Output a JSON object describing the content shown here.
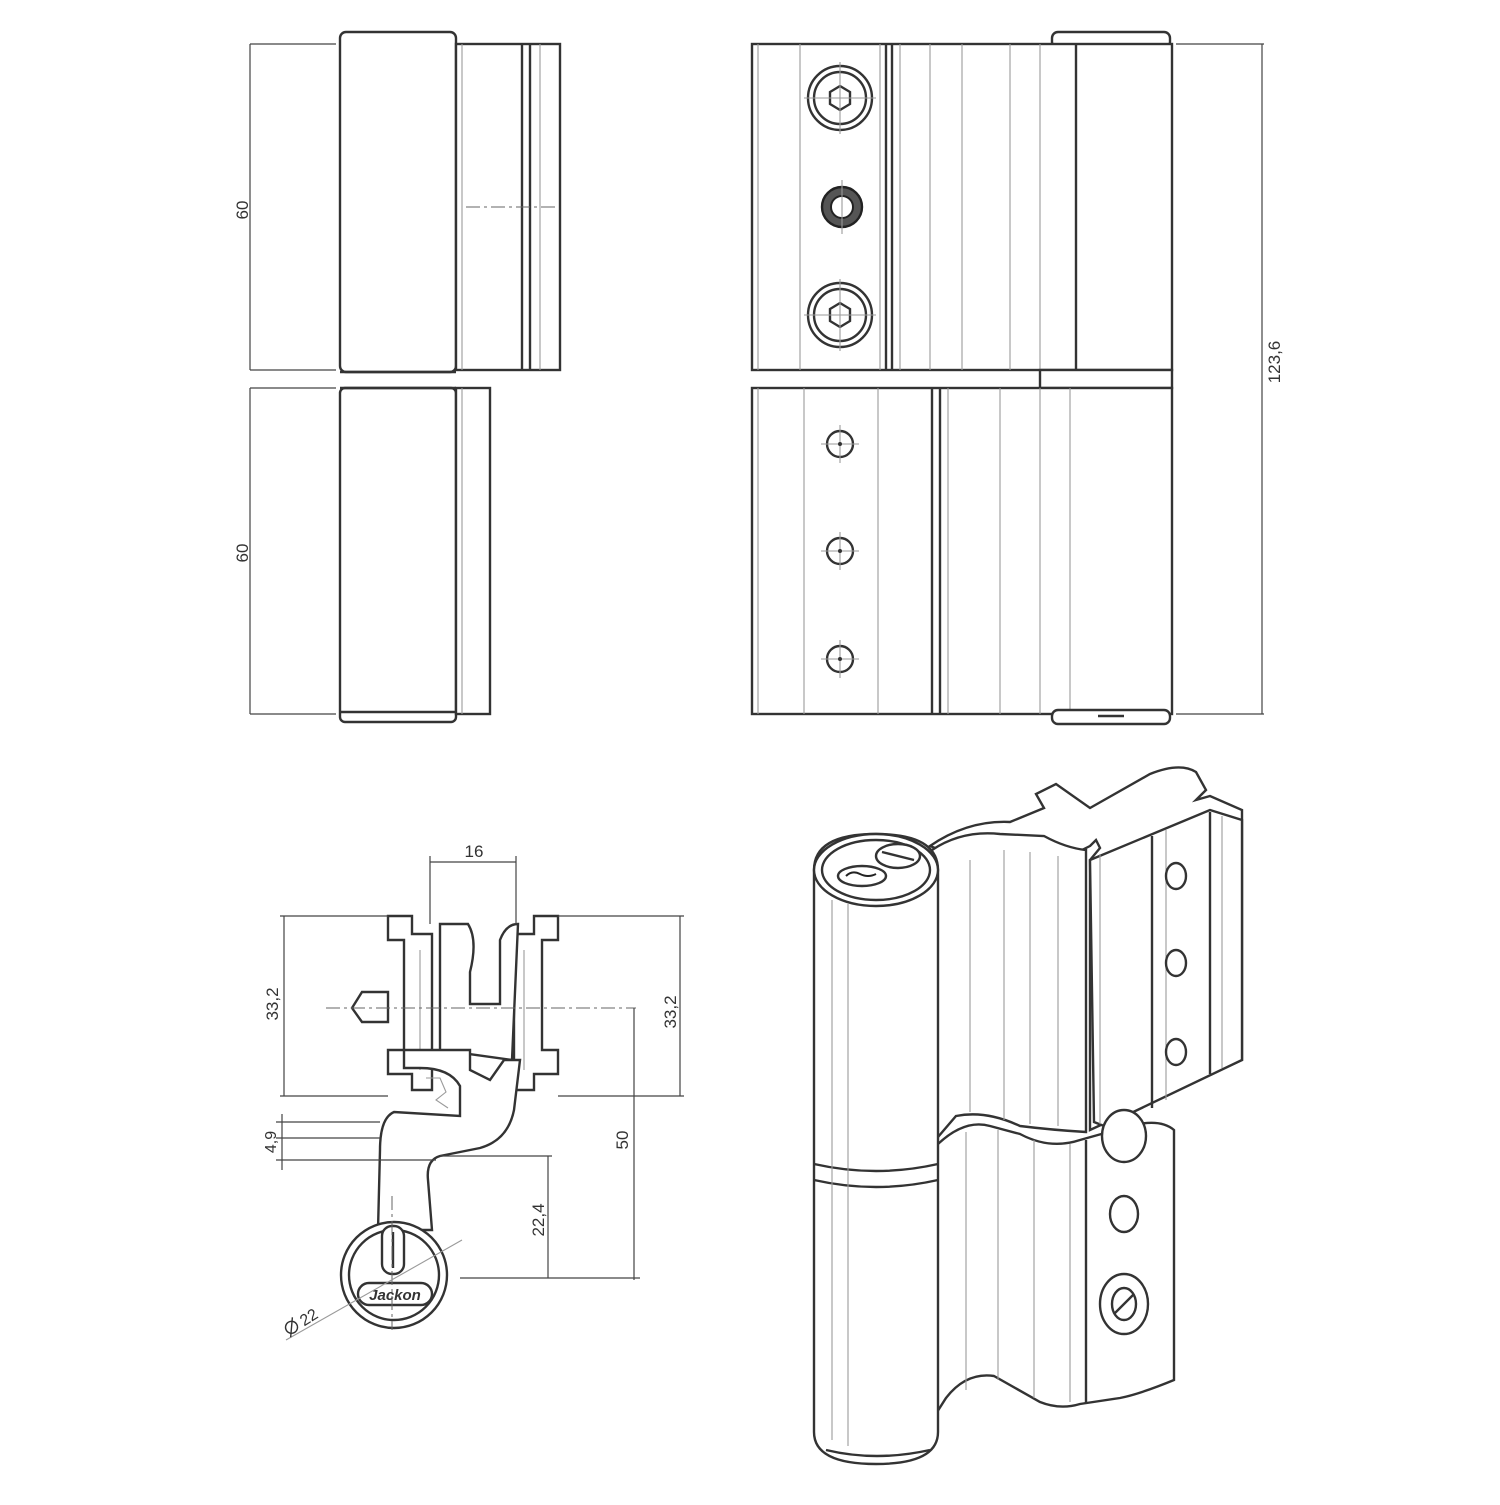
{
  "dimensions": {
    "side_upper_height": "60",
    "side_lower_height": "60",
    "front_total_height": "123,6",
    "plan_width": "16",
    "plan_left_height": "33,2",
    "plan_right_height": "33,2",
    "plan_offset": "4,9",
    "plan_axis_distance": "50",
    "plan_barrel_offset": "22,4",
    "barrel_diameter": "22"
  },
  "logo_text": "Jackon",
  "colors": {
    "line": "#333333",
    "hatch": "#9a9a9a",
    "background": "#ffffff"
  }
}
